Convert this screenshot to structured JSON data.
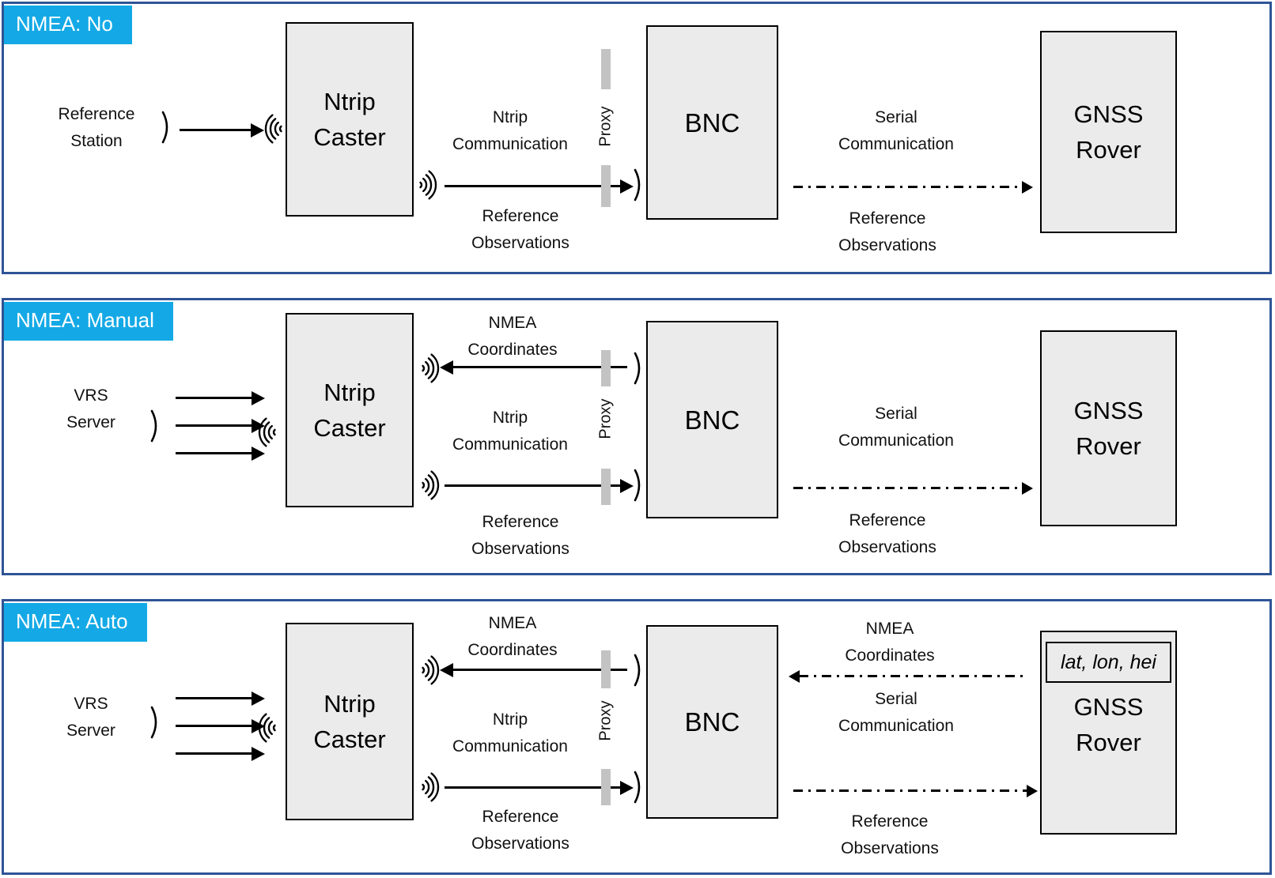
{
  "colors": {
    "panel_border": "#2f5496",
    "tag_background": "#14a9e6",
    "tag_text": "#ffffff",
    "node_fill": "#ebebeb",
    "node_border": "#000000",
    "proxy_bar": "#c3c3c3",
    "arrow": "#000000"
  },
  "panels": {
    "no": {
      "tag": "NMEA: No",
      "source": {
        "line1": "Reference",
        "line2": "Station"
      },
      "caster": {
        "line1": "Ntrip",
        "line2": "Caster"
      },
      "bnc": {
        "label": "BNC"
      },
      "rover": {
        "line1": "GNSS",
        "line2": "Rover"
      },
      "mid": {
        "ntrip": {
          "line1": "Ntrip",
          "line2": "Communication"
        },
        "proxy": "Proxy",
        "refobs": {
          "line1": "Reference",
          "line2": "Observations"
        }
      },
      "right": {
        "serial": {
          "line1": "Serial",
          "line2": "Communication"
        },
        "refobs": {
          "line1": "Reference",
          "line2": "Observations"
        }
      }
    },
    "manual": {
      "tag": "NMEA: Manual",
      "source": {
        "line1": "VRS",
        "line2": "Server"
      },
      "caster": {
        "line1": "Ntrip",
        "line2": "Caster"
      },
      "bnc": {
        "label": "BNC"
      },
      "rover": {
        "line1": "GNSS",
        "line2": "Rover"
      },
      "mid": {
        "nmea": {
          "line1": "NMEA",
          "line2": "Coordinates"
        },
        "ntrip": {
          "line1": "Ntrip",
          "line2": "Communication"
        },
        "proxy": "Proxy",
        "refobs": {
          "line1": "Reference",
          "line2": "Observations"
        }
      },
      "right": {
        "serial": {
          "line1": "Serial",
          "line2": "Communication"
        },
        "refobs": {
          "line1": "Reference",
          "line2": "Observations"
        }
      }
    },
    "auto": {
      "tag": "NMEA: Auto",
      "source": {
        "line1": "VRS",
        "line2": "Server"
      },
      "caster": {
        "line1": "Ntrip",
        "line2": "Caster"
      },
      "bnc": {
        "label": "BNC"
      },
      "rover": {
        "line1": "GNSS",
        "line2": "Rover",
        "coords": "lat, lon, hei"
      },
      "mid": {
        "nmea": {
          "line1": "NMEA",
          "line2": "Coordinates"
        },
        "ntrip": {
          "line1": "Ntrip",
          "line2": "Communication"
        },
        "proxy": "Proxy",
        "refobs": {
          "line1": "Reference",
          "line2": "Observations"
        }
      },
      "right": {
        "nmea": {
          "line1": "NMEA",
          "line2": "Coordinates"
        },
        "serial": {
          "line1": "Serial",
          "line2": "Communication"
        },
        "refobs": {
          "line1": "Reference",
          "line2": "Observations"
        }
      }
    }
  }
}
